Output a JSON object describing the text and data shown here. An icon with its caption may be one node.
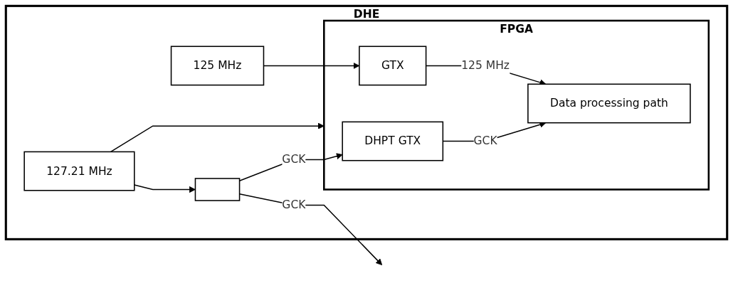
{
  "diagram": {
    "nodes": [
      {
        "text": [
          "DHE"
        ]
      },
      {
        "text": [],
        "shape": "box",
        "in": 0
      },
      {
        "text": [
          "FPGA"
        ],
        "in": 0
      },
      {
        "text": [
          "DHPT GTX"
        ],
        "in": 2
      },
      {
        "text": [
          "Data processing path"
        ],
        "in": 2
      },
      {
        "text": [
          "GTX"
        ],
        "in": 2
      },
      {
        "text": [
          "127.21 MHz"
        ],
        "in": 0
      },
      {
        "text": [
          "125 MHz"
        ],
        "in": 0
      }
    ],
    "edges": [
      {
        "from": 1,
        "to": null,
        "arrow": "to",
        "label": "GCK"
      },
      {
        "from": 1,
        "to": 3,
        "arrow": "to",
        "label": "GCK"
      },
      {
        "from": 3,
        "to": 4,
        "arrow": "to",
        "label": "GCK"
      },
      {
        "from": 6,
        "to": 2,
        "arrow": "to"
      },
      {
        "from": 6,
        "to": 1,
        "arrow": "to"
      },
      {
        "from": 5,
        "to": 4,
        "arrow": "to",
        "label": "125 MHz"
      },
      {
        "from": 7,
        "to": 5,
        "arrow": "to"
      }
    ]
  }
}
